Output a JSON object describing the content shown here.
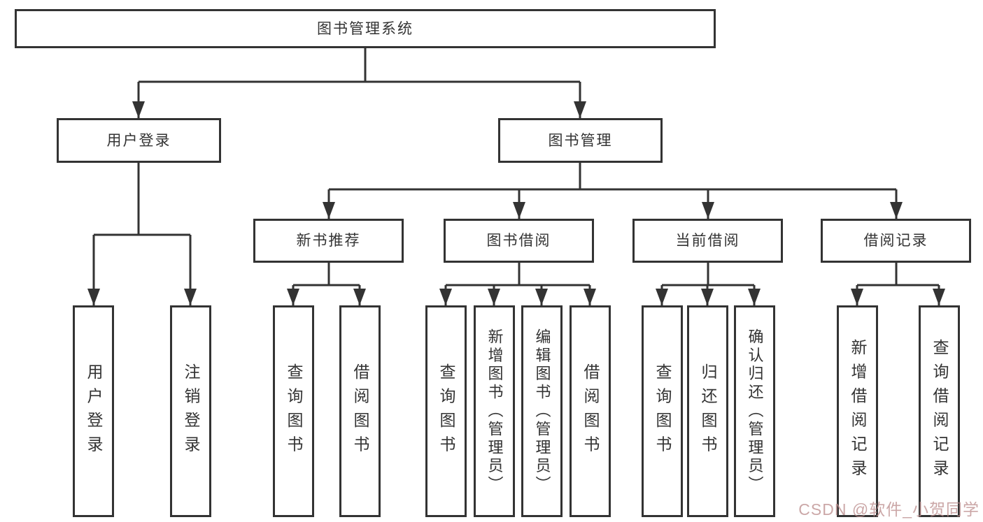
{
  "diagram": {
    "title_note": "functional structure tree",
    "root": {
      "label": "图书管理系统"
    },
    "level1": {
      "user_login": {
        "label": "用户登录"
      },
      "book_mgmt": {
        "label": "图书管理"
      }
    },
    "level2": {
      "new_book_rec": {
        "label": "新书推荐"
      },
      "book_borrow": {
        "label": "图书借阅"
      },
      "current_borrow": {
        "label": "当前借阅"
      },
      "borrow_record": {
        "label": "借阅记录"
      }
    },
    "leaves": {
      "user_login_leaf": {
        "label": "用户登录"
      },
      "logout": {
        "label": "注销登录"
      },
      "nb_query": {
        "label": "查询图书"
      },
      "nb_borrow": {
        "label": "借阅图书"
      },
      "bb_query": {
        "label": "查询图书"
      },
      "bb_add": {
        "label": "新增图书（管理员）"
      },
      "bb_edit": {
        "label": "编辑图书（管理员）"
      },
      "bb_borrow": {
        "label": "借阅图书"
      },
      "cb_query": {
        "label": "查询图书"
      },
      "cb_return": {
        "label": "归还图书"
      },
      "cb_confirm": {
        "label": "确认归还（管理员）"
      },
      "br_add": {
        "label": "新增借阅记录"
      },
      "br_query": {
        "label": "查询借阅记录"
      }
    }
  },
  "watermark": {
    "text": "CSDN @软件_小贺同学"
  },
  "colors": {
    "line": "#333333",
    "box_border": "#333333",
    "text": "#333333",
    "background": "#ffffff",
    "watermark": "#ba8989"
  }
}
